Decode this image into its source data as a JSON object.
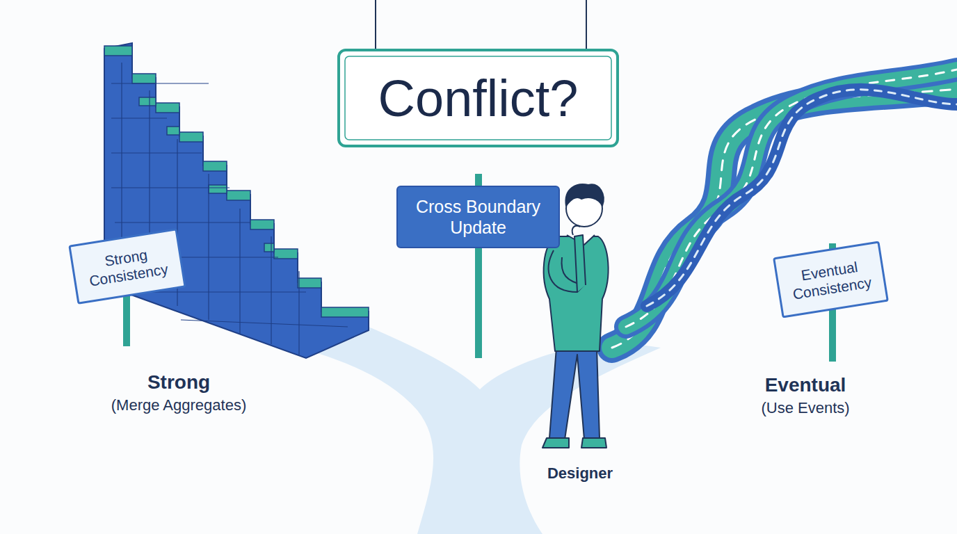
{
  "diagram": {
    "title": "Conflict?",
    "nodes": [
      {
        "text": [
          "Cross Boundary Update"
        ]
      },
      {
        "text": [
          "Strong Consistency"
        ]
      },
      {
        "text": [
          "Eventual Consistency"
        ]
      }
    ],
    "labels": [
      "Strong",
      "(Merge Aggregates)",
      "Eventual",
      "(Use Events)",
      "Designer"
    ]
  }
}
